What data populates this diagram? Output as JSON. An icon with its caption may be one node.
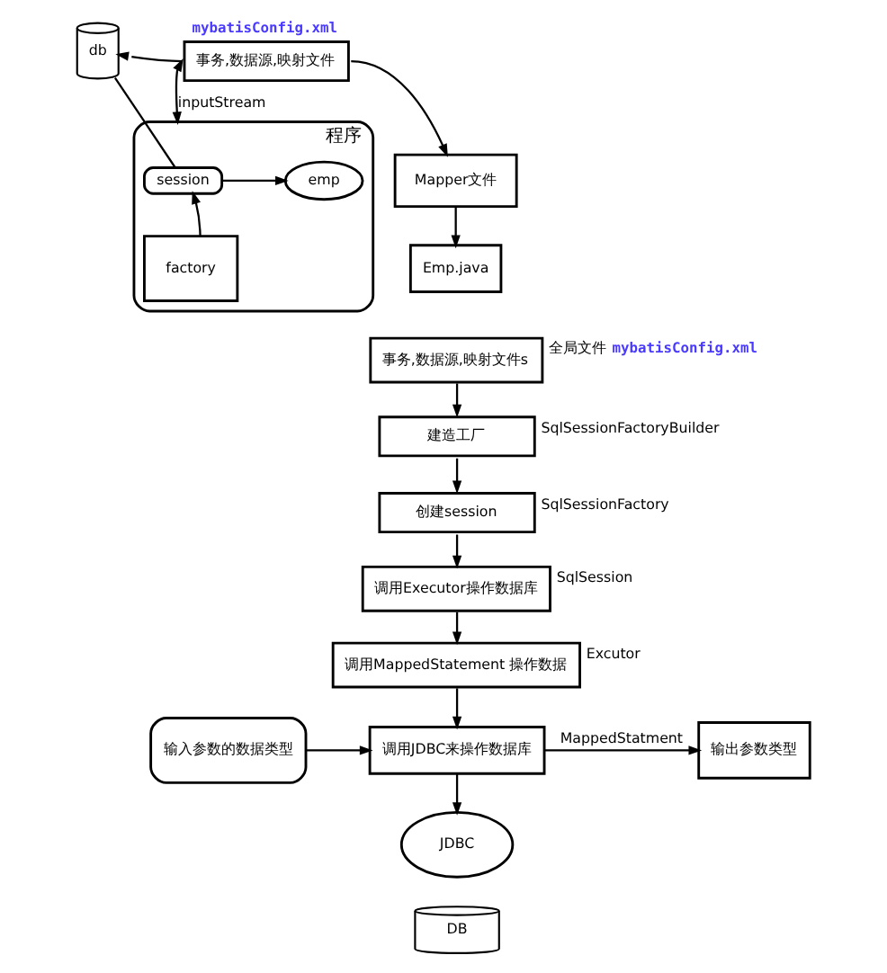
{
  "diagram": {
    "nodes": [
      {
        "text": [
          "db"
        ]
      },
      {
        "text": [
          "mybatisConfig.xml",
          "事务,数据源,映射文件"
        ]
      },
      {
        "text": [
          "Mapper文件"
        ]
      },
      {
        "text": [
          "Emp.java"
        ]
      },
      {
        "text": [
          "程序"
        ]
      },
      {
        "text": [
          "session"
        ],
        "in": 4
      },
      {
        "text": [
          "emp"
        ],
        "in": 4
      },
      {
        "text": [
          "factory"
        ],
        "in": 4
      },
      {
        "text": [
          "事务,数据源,映射文件s"
        ],
        "beside": [
          "全局文件",
          "mybatisConfig.xml"
        ]
      },
      {
        "text": [
          "建造工厂"
        ],
        "beside": [
          "SqlSessionFactoryBuilder"
        ]
      },
      {
        "text": [
          "创建session"
        ],
        "beside": [
          "SqlSessionFactory"
        ]
      },
      {
        "text": [
          "调用Executor操作数据库"
        ],
        "beside": [
          "SqlSession"
        ]
      },
      {
        "text": [
          "调用MappedStatement 操作数据"
        ],
        "beside": [
          "Excutor"
        ]
      },
      {
        "text": [
          "输入参数的数据类型"
        ]
      },
      {
        "text": [
          "调用JDBC来操作数据库"
        ]
      },
      {
        "text": [
          "输出参数类型"
        ]
      },
      {
        "text": [
          "JDBC"
        ]
      },
      {
        "text": [
          "DB"
        ]
      }
    ],
    "edges": [
      {
        "from": 0,
        "to": 5,
        "arrow": "none"
      },
      {
        "from": 1,
        "to": 0,
        "arrow": "to"
      },
      {
        "from": 1,
        "to": 4,
        "arrow": "both",
        "label": "inputStream"
      },
      {
        "from": 1,
        "to": 2,
        "arrow": "to"
      },
      {
        "from": 2,
        "to": 3,
        "arrow": "to"
      },
      {
        "from": 7,
        "to": 5,
        "arrow": "to"
      },
      {
        "from": 5,
        "to": 6,
        "arrow": "to"
      },
      {
        "from": 8,
        "to": 9,
        "arrow": "to"
      },
      {
        "from": 9,
        "to": 10,
        "arrow": "to"
      },
      {
        "from": 10,
        "to": 11,
        "arrow": "to"
      },
      {
        "from": 11,
        "to": 12,
        "arrow": "to"
      },
      {
        "from": 12,
        "to": 14,
        "arrow": "to"
      },
      {
        "from": 13,
        "to": 14,
        "arrow": "to"
      },
      {
        "from": 14,
        "to": 15,
        "arrow": "to",
        "label": "MappedStatment"
      },
      {
        "from": 14,
        "to": 16,
        "arrow": "to"
      }
    ]
  }
}
